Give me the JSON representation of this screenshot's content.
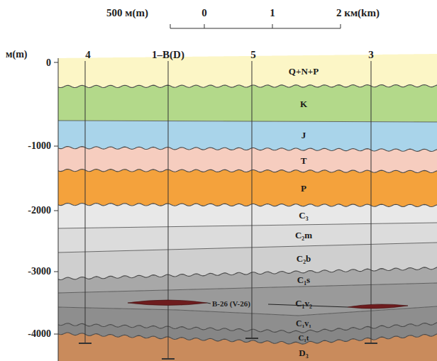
{
  "diagram": {
    "nodes": [
      {
        "text": [
          "Q+N+P"
        ]
      },
      {
        "text": [
          "K"
        ]
      },
      {
        "text": [
          "J"
        ]
      },
      {
        "text": [
          "T"
        ]
      },
      {
        "text": [
          "P"
        ]
      },
      {
        "text": [
          "C₃"
        ]
      },
      {
        "text": [
          "C₂m"
        ]
      },
      {
        "text": [
          "C₂b"
        ]
      },
      {
        "text": [
          "C₁s"
        ]
      },
      {
        "text": [
          "C₁v₂"
        ]
      },
      {
        "text": [
          "C₁v₁"
        ]
      },
      {
        "text": [
          "C₁t"
        ]
      },
      {
        "text": [
          "D₃"
        ]
      }
    ],
    "labels": [
      "500 м(m)",
      "0",
      "1",
      "2 км(km)",
      "м(m)",
      "4",
      "1–B(D)",
      "5",
      "3",
      "0",
      "-1000",
      "-2000",
      "-3000",
      "-4000",
      "B-26 (V-26)"
    ]
  }
}
